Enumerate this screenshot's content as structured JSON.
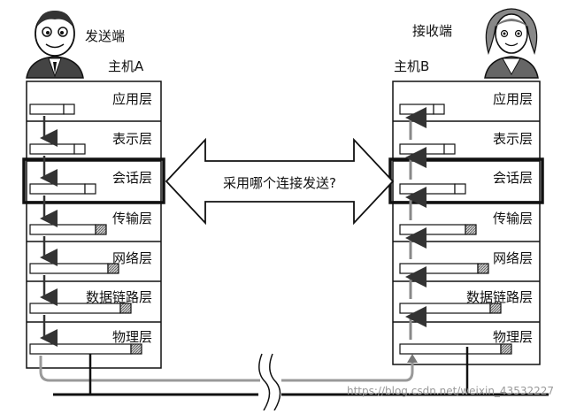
{
  "sender": {
    "role": "发送端",
    "host": "主机A",
    "layers": [
      "应用层",
      "表示层",
      "会话层",
      "传输层",
      "网络层",
      "数据链路层",
      "物理层"
    ]
  },
  "receiver": {
    "role": "接收端",
    "host": "主机B",
    "layers": [
      "应用层",
      "表示层",
      "会话层",
      "传输层",
      "网络层",
      "数据链路层",
      "物理层"
    ]
  },
  "arrow_text": "采用哪个连接发送?",
  "watermark": "https://blog.csdn.net/weixin_43532227",
  "colors": {
    "line": "#111111",
    "hatch": "#888888",
    "bg": "#ffffff"
  }
}
